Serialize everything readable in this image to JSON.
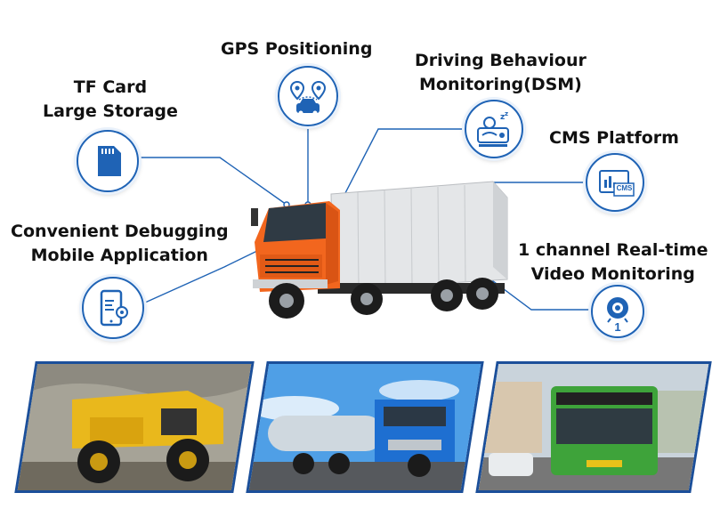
{
  "features": {
    "gps": {
      "line1": "GPS Positioning",
      "icon": "gps-car-icon"
    },
    "dsm": {
      "line1": "Driving Behaviour",
      "line2": "Monitoring(DSM)",
      "icon": "driver-monitoring-icon"
    },
    "tf": {
      "line1": "TF Card",
      "line2": "Large Storage",
      "icon": "sd-card-icon"
    },
    "cms": {
      "line1": "CMS Platform",
      "icon_text": "CMS",
      "icon": "cms-monitor-icon"
    },
    "app": {
      "line1": "Convenient Debugging",
      "line2": "Mobile Application",
      "icon": "mobile-settings-icon"
    },
    "video": {
      "line1": "1 channel Real-time",
      "line2": "Video Monitoring",
      "icon_text": "1",
      "icon": "camera-icon"
    }
  },
  "colors": {
    "accent": "#1f63b5",
    "frame": "#1b4f9a",
    "cab": "#f2661e",
    "text": "#111111"
  },
  "scenes": [
    "mining-dump-truck",
    "tanker-truck",
    "city-bus"
  ]
}
